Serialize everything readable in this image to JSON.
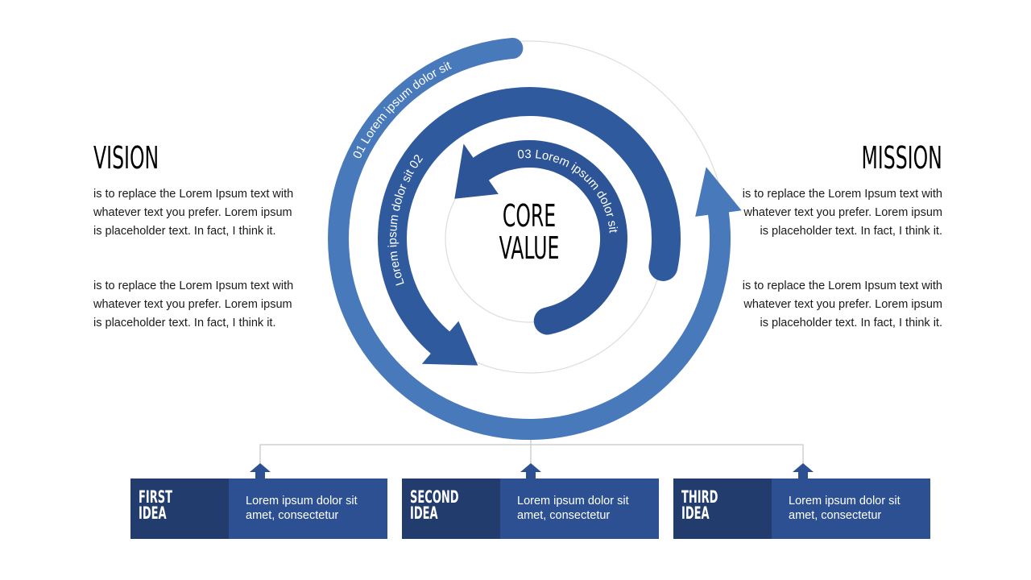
{
  "vision": {
    "title": "VISION",
    "paragraphs": [
      "is to replace the Lorem Ipsum text with whatever text you prefer. Lorem ipsum is placeholder text. In fact, I think it.",
      "is to replace the Lorem Ipsum text with whatever text you prefer. Lorem ipsum is placeholder text. In fact, I think it."
    ]
  },
  "mission": {
    "title": "MISSION",
    "paragraphs": [
      "is to replace the Lorem Ipsum text with whatever text you prefer. Lorem ipsum is placeholder text. In fact, I think it.",
      "is to replace the Lorem Ipsum text with whatever text you prefer. Lorem ipsum is placeholder text. In fact, I think it."
    ]
  },
  "core": {
    "line1": "CORE",
    "line2": "VALUE"
  },
  "cycle": {
    "arc_labels": [
      "01 Lorem ipsum dolor sit",
      "Lorem ipsum dolor sit  02",
      "03 Lorem ipsum dolor sit"
    ],
    "colors": {
      "outer": "#4779bb",
      "middle": "#2f5a9e",
      "inner": "#2c5496",
      "track": "#dddddd"
    }
  },
  "ideas": [
    {
      "tag": "FIRST\nIDEA",
      "text": "Lorem ipsum dolor sit amet, consectetur"
    },
    {
      "tag": "SECOND\nIDEA",
      "text": "Lorem ipsum dolor sit amet, consectetur"
    },
    {
      "tag": "THIRD\nIDEA",
      "text": "Lorem ipsum dolor sit amet, consectetur"
    }
  ],
  "colors": {
    "idea_dark": "#213c6d",
    "idea_body": "#2c5091",
    "connector": "#c8c8c8"
  }
}
